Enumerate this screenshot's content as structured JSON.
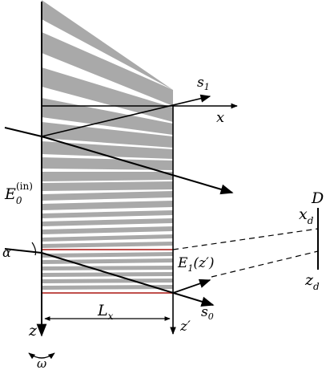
{
  "figure": {
    "labels": {
      "s1": {
        "main": "s",
        "sub": "1"
      },
      "x_axis": "x",
      "E0": {
        "main": "E",
        "sub": "0",
        "sup": "(in)"
      },
      "D": "D",
      "xd": {
        "main": "x",
        "sub": "d"
      },
      "alpha": "α",
      "E1": {
        "main": "E",
        "sub": "1",
        "arg": "(z′)"
      },
      "zd": {
        "main": "z",
        "sub": "d"
      },
      "s0": {
        "main": "s",
        "sub": "0"
      },
      "Lx": {
        "main": "L",
        "sub": "x"
      },
      "z": "z",
      "zprime": "z′",
      "omega": "ω"
    },
    "colors": {
      "stripe": "#a9a9a9",
      "line": "#000000",
      "highlight": "#c0504d",
      "background": "#ffffff"
    }
  }
}
